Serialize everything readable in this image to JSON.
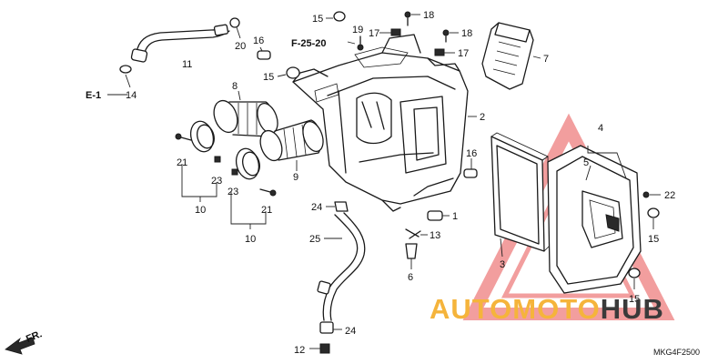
{
  "colors": {
    "watermark_orange": "#f5b43b",
    "watermark_dark": "#3a3a3a",
    "watermark_triangle": "#e85050",
    "line": "#1a1a1a"
  },
  "watermark": {
    "part1": "AUTOMOTO",
    "part2": "HUB"
  },
  "diagram_code": "MKG4F2500",
  "references": {
    "e1": "E-1",
    "f2520": "F-25-20",
    "front": "FR."
  },
  "callouts": {
    "c1": "1",
    "c2": "2",
    "c3": "3",
    "c4": "4",
    "c5": "5",
    "c6": "6",
    "c7": "7",
    "c8": "8",
    "c9": "9",
    "c10a": "10",
    "c10b": "10",
    "c11": "11",
    "c12": "12",
    "c13": "13",
    "c14": "14",
    "c15a": "15",
    "c15b": "15",
    "c15c": "15",
    "c15d": "15",
    "c16a": "16",
    "c16b": "16",
    "c17a": "17",
    "c17b": "17",
    "c18a": "18",
    "c18b": "18",
    "c19": "19",
    "c20": "20",
    "c21a": "21",
    "c21b": "21",
    "c22": "22",
    "c23a": "23",
    "c23b": "23",
    "c24a": "24",
    "c24b": "24",
    "c25": "25"
  }
}
